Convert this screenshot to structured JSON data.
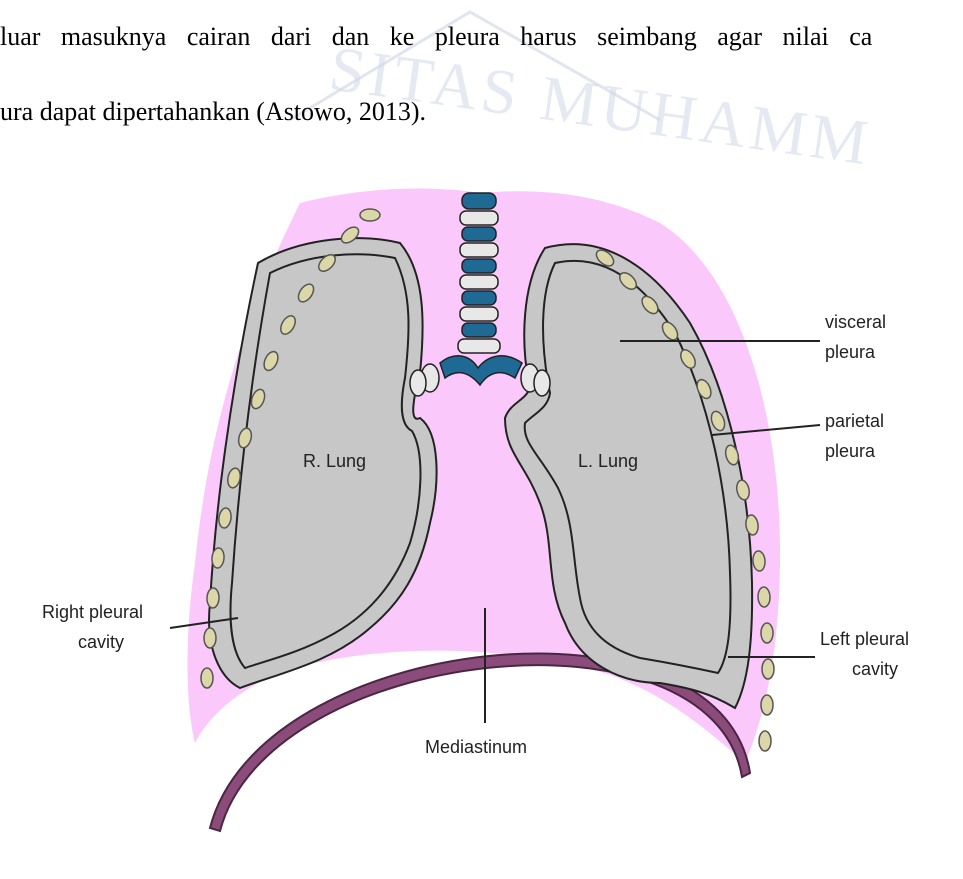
{
  "paragraph": {
    "line1": "luar masuknya cairan dari dan ke pleura harus seimbang agar nilai ca",
    "line2": "ura dapat dipertahankan (Astowo, 2013)."
  },
  "watermark": {
    "text": "SITAS MUHAMM"
  },
  "figure": {
    "labels": {
      "visceral_1": "visceral",
      "visceral_2": "pleura",
      "parietal_1": "parietal",
      "parietal_2": "pleura",
      "r_lung": "R. Lung",
      "l_lung": "L. Lung",
      "right_cavity_1": "Right pleural",
      "right_cavity_2": "cavity",
      "left_cavity_1": "Left pleural",
      "left_cavity_2": "cavity",
      "mediastinum": "Mediastinum"
    },
    "colors": {
      "pleural_space": "#fbc8fb",
      "lung": "#c7c7c7",
      "rib": "#dcd7a8",
      "trachea_ring": "#1e6a94",
      "diaphragm": "#8b4c7c",
      "outline": "#222222"
    }
  }
}
